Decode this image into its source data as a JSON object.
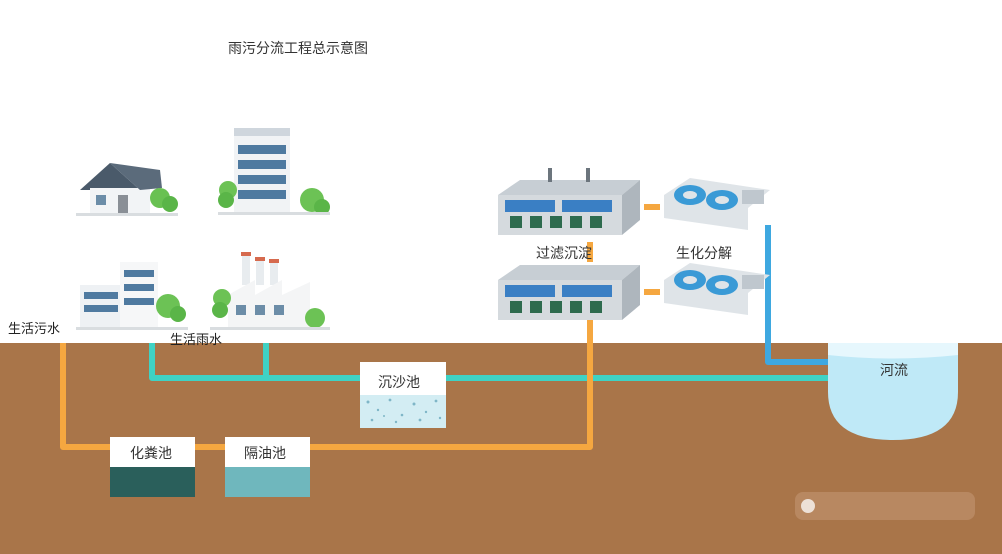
{
  "title": "雨污分流工程总示意图",
  "labels": {
    "domestic_sewage": "生活污水",
    "domestic_rain": "生活雨水",
    "filter_sediment": "过滤沉淀",
    "bio_decompose": "生化分解",
    "grit_tank": "沉沙池",
    "septic_tank": "化粪池",
    "oil_separator": "隔油池",
    "river": "河流"
  },
  "colors": {
    "ground": "#a97549",
    "sewage_pipe": "#f5a740",
    "rain_pipe": "#3fd2c4",
    "clean_pipe": "#3ea8e0",
    "river_water": "#bfe9f7"
  }
}
